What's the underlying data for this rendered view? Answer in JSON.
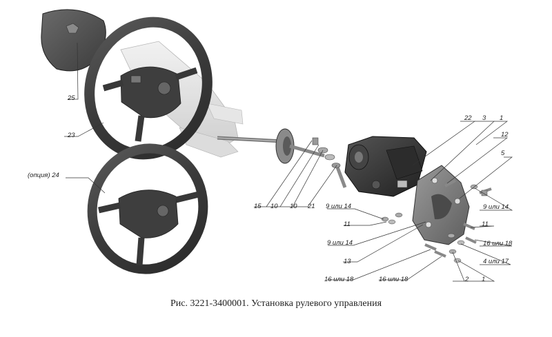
{
  "caption": "Рис. 3221-3400001. Установка рулевого управления",
  "callouts": [
    {
      "id": "c25",
      "text": "25"
    },
    {
      "id": "c23",
      "text": "23"
    },
    {
      "id": "c24",
      "text": "(опция) 24"
    },
    {
      "id": "c22",
      "text": "22"
    },
    {
      "id": "c3",
      "text": "3"
    },
    {
      "id": "c1a",
      "text": "1"
    },
    {
      "id": "c12",
      "text": "12"
    },
    {
      "id": "c5",
      "text": "5"
    },
    {
      "id": "c15",
      "text": "15"
    },
    {
      "id": "c10a",
      "text": "10"
    },
    {
      "id": "c10b",
      "text": "10"
    },
    {
      "id": "c21",
      "text": "21"
    },
    {
      "id": "c9a",
      "text": "9 или 14"
    },
    {
      "id": "c9b",
      "text": "9 или 14"
    },
    {
      "id": "c11a",
      "text": "11"
    },
    {
      "id": "c11b",
      "text": "11"
    },
    {
      "id": "c9c",
      "text": "9 или 14"
    },
    {
      "id": "c16a",
      "text": "16 или 18"
    },
    {
      "id": "c4",
      "text": "4 или 17"
    },
    {
      "id": "c13",
      "text": "13"
    },
    {
      "id": "c16b",
      "text": "16 или 18"
    },
    {
      "id": "c16c",
      "text": "16 или 18"
    },
    {
      "id": "c2",
      "text": "2"
    },
    {
      "id": "c1b",
      "text": "1"
    }
  ]
}
